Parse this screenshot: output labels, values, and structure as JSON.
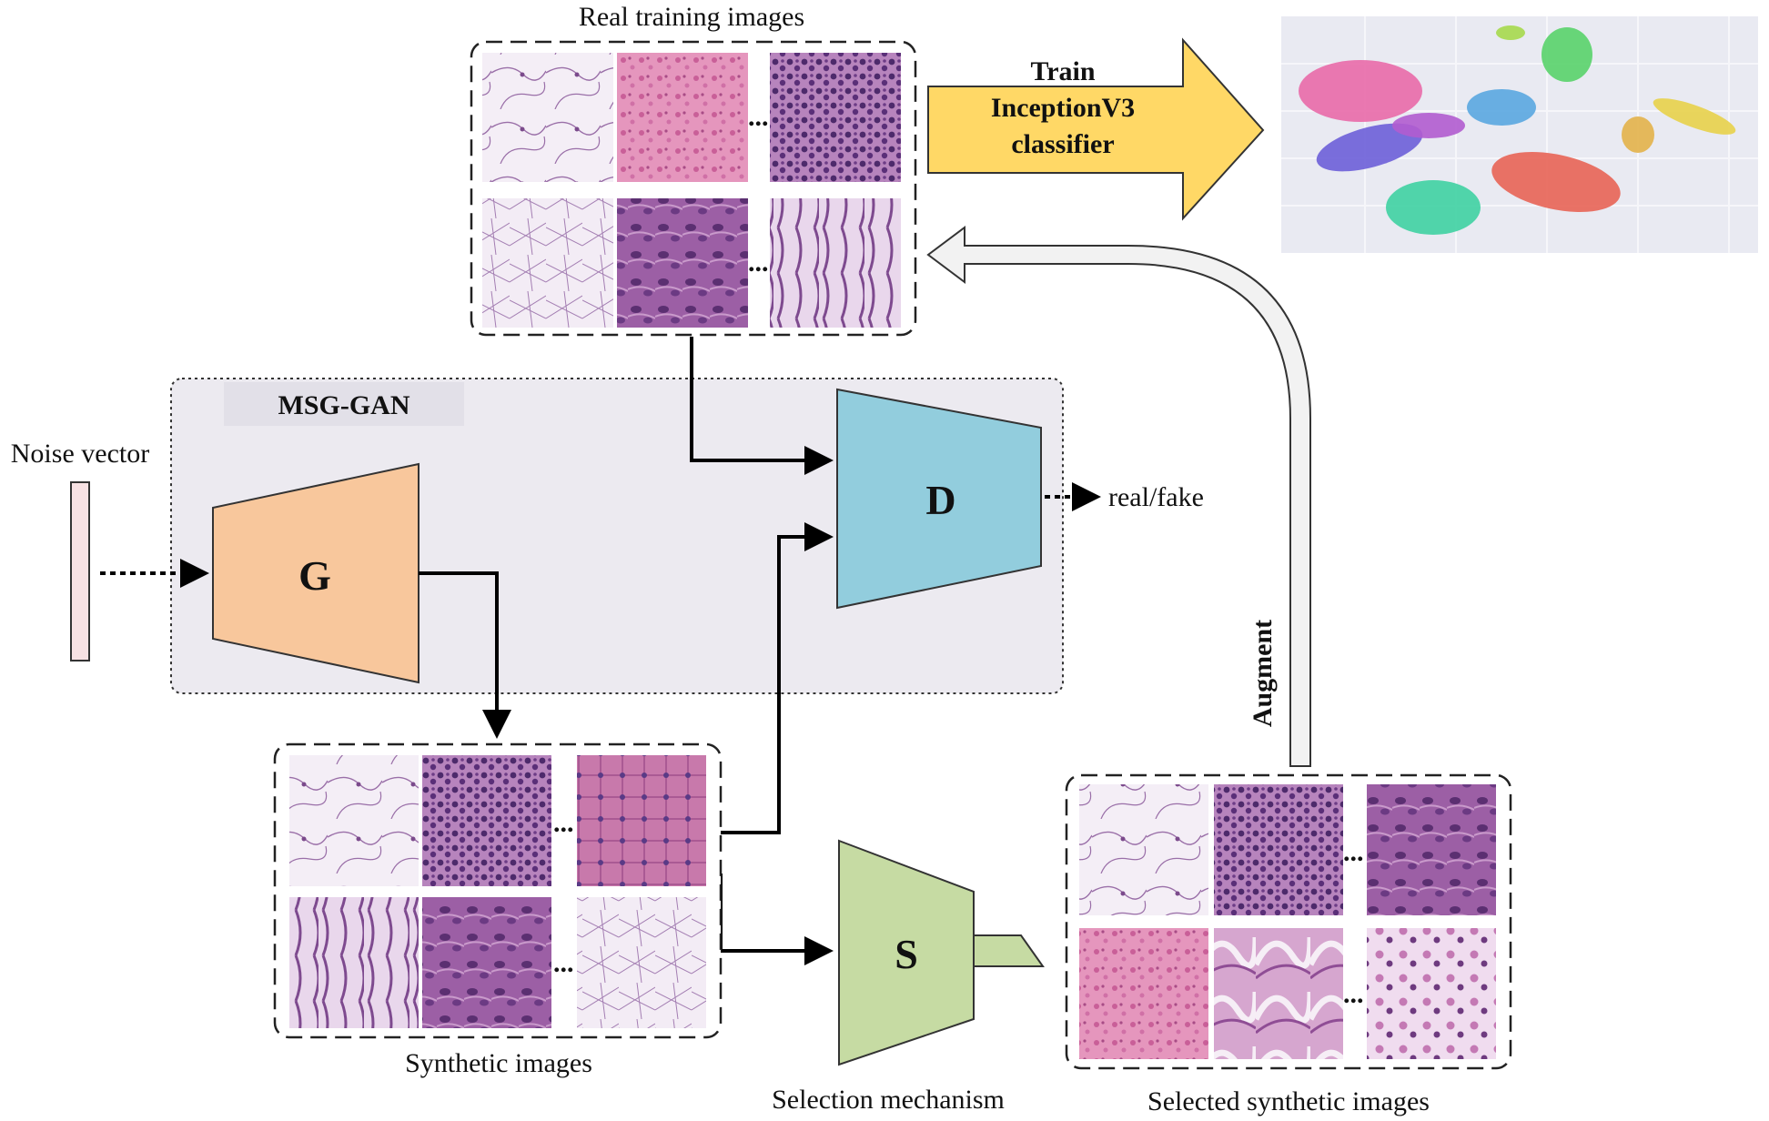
{
  "labels": {
    "real_training_images": "Real training images",
    "train_line1": "Train",
    "train_line2": "InceptionV3",
    "train_line3": "classifier",
    "msg_gan": "MSG-GAN",
    "noise_vector": "Noise vector",
    "generator": "G",
    "discriminator": "D",
    "real_fake": "real/fake",
    "augment": "Augment",
    "synthetic_images": "Synthetic images",
    "selector": "S",
    "selection_mechanism": "Selection mechanism",
    "selected_synthetic_images": "Selected synthetic images",
    "ellipsis": "..."
  },
  "colors": {
    "generator": "#f8c79c",
    "discriminator": "#92cddd",
    "selector": "#c6dba3",
    "train_arrow": "#ffd866",
    "msg_gan_panel": "#eceaf0",
    "noise_vector": "#f7e1e3",
    "augment_arrow": "#f2f2f2",
    "tissue_light": "#f1e8f2",
    "tissue_pink": "#e08bb4",
    "tissue_dark": "#6e3f86",
    "tissue_purple": "#9a5fa6"
  },
  "icons": {
    "tissue_tiles": "histology-image-tile",
    "tsne_plot": "tsne-scatter-plot"
  }
}
